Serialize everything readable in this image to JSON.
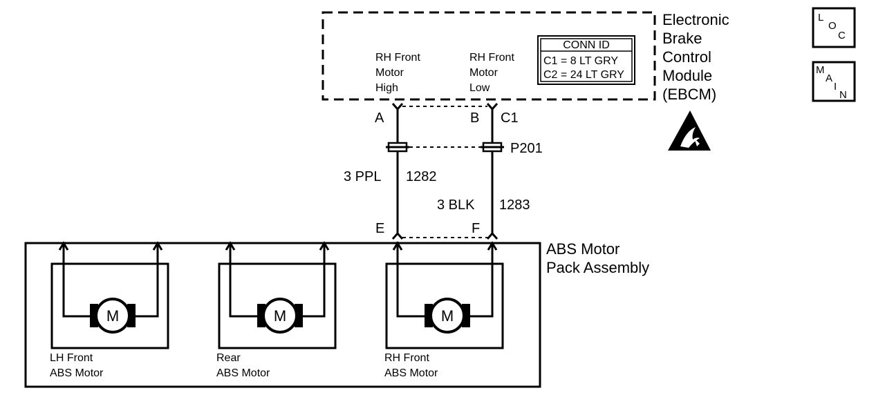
{
  "ebcm": {
    "label": [
      "Electronic",
      "Brake",
      "Control",
      "Module",
      "(EBCM)"
    ],
    "pin_a_name": [
      "RH Front",
      "Motor",
      "High"
    ],
    "pin_b_name": [
      "RH Front",
      "Motor",
      "Low"
    ]
  },
  "conn_id": {
    "title": "CONN ID",
    "c1": "C1 = 8 LT GRY",
    "c2": "C2 = 24 LT GRY"
  },
  "connectors": {
    "pin_a": "A",
    "pin_b": "B",
    "c1": "C1",
    "p201": "P201",
    "pin_e": "E",
    "pin_f": "F"
  },
  "wires": {
    "w1_color": "3 PPL",
    "w1_circuit": "1282",
    "w2_color": "3 BLK",
    "w2_circuit": "1283"
  },
  "motor_pack": {
    "label": [
      "ABS Motor",
      "Pack Assembly"
    ],
    "motor_symbol": "M",
    "motors": [
      {
        "label": [
          "LH Front",
          "ABS Motor"
        ]
      },
      {
        "label": [
          "Rear",
          "ABS Motor"
        ]
      },
      {
        "label": [
          "RH Front",
          "ABS Motor"
        ]
      }
    ]
  },
  "side_buttons": {
    "loc": [
      "L",
      "O",
      "C"
    ],
    "main": [
      "M",
      "A",
      "I",
      "N"
    ]
  },
  "icons": {
    "esd": "esd-warning-icon"
  }
}
